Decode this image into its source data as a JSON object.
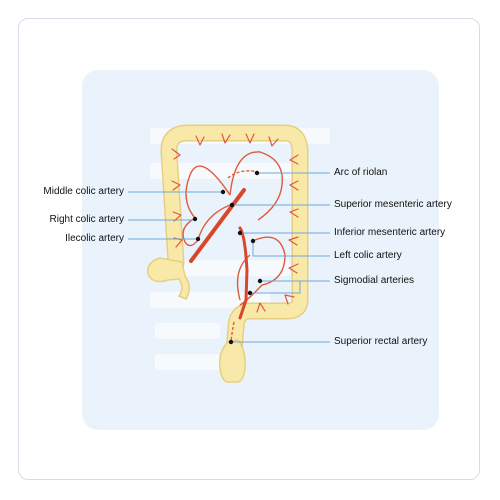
{
  "colors": {
    "card_border": "#d7dde8",
    "panel_bg": "#eaf3fb",
    "colon_fill": "#f9e9a8",
    "colon_stroke": "#e6cf82",
    "artery": "#d9472b",
    "vessel": "#e05a3a",
    "leader": "#6fa8d8",
    "dot": "#111111"
  },
  "labels": {
    "middle_colic": "Middle colic artery",
    "right_colic": "Right colic artery",
    "ileocolic": "Ilecolic artery",
    "arc_of_riolan": "Arc of riolan",
    "superior_mesenteric": "Superior mesenteric artery",
    "inferior_mesenteric": "Inferior mesenteric artery",
    "left_colic": "Left colic artery",
    "sigmoidal": "Sigmodial arteries",
    "superior_rectal": "Superior rectal artery"
  }
}
